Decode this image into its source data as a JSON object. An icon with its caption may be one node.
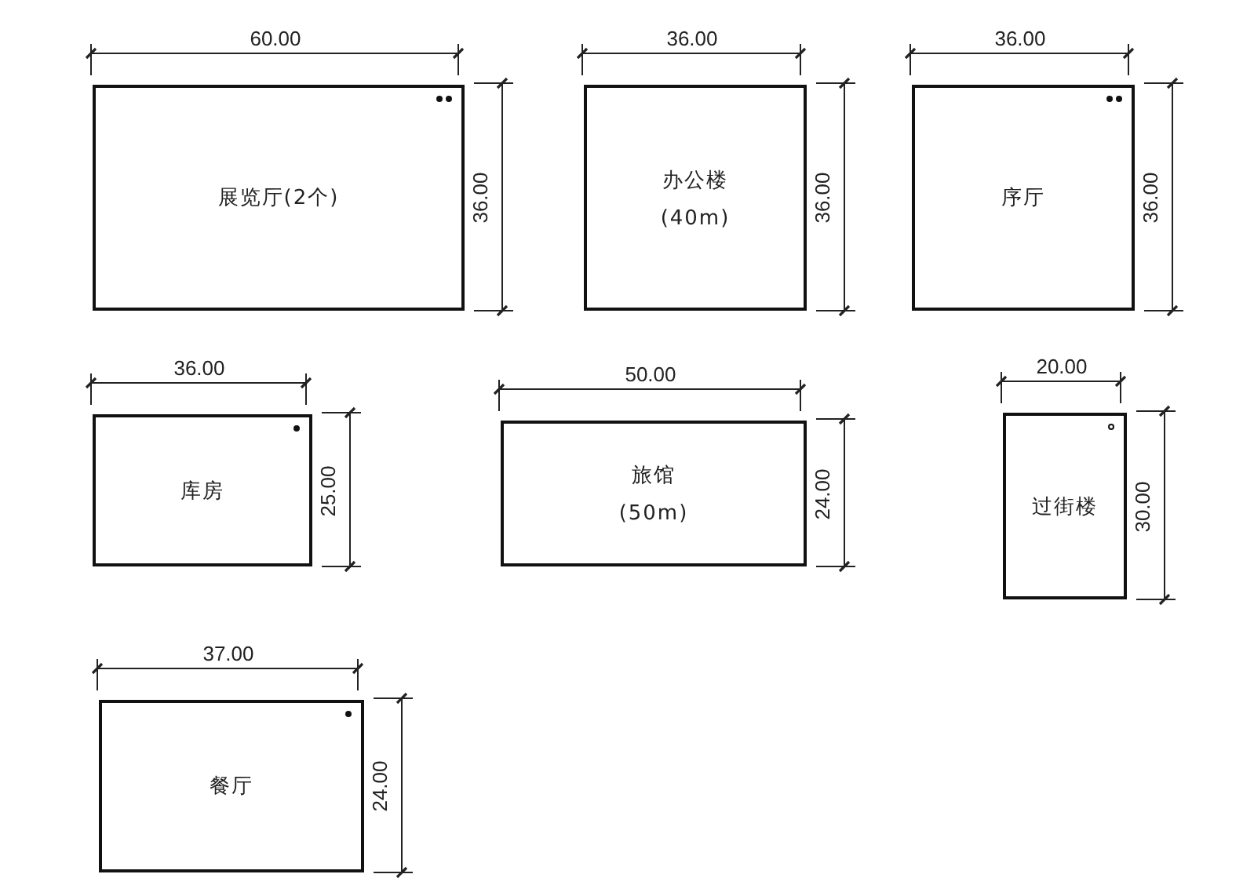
{
  "diagram": {
    "nodes": [
      {
        "text": [
          "展览厅(2个)"
        ],
        "beside": [
          "60.00",
          "36.00"
        ]
      },
      {
        "text": [
          "办公楼",
          "(40m)"
        ],
        "beside": [
          "36.00",
          "36.00"
        ]
      },
      {
        "text": [
          "序厅"
        ],
        "beside": [
          "36.00",
          "36.00"
        ]
      },
      {
        "text": [
          "库房"
        ],
        "beside": [
          "36.00",
          "25.00"
        ]
      },
      {
        "text": [
          "旅馆",
          "(50m)"
        ],
        "beside": [
          "50.00",
          "24.00"
        ]
      },
      {
        "text": [
          "过街楼"
        ],
        "beside": [
          "20.00",
          "30.00"
        ]
      },
      {
        "text": [
          "餐厅"
        ],
        "beside": [
          "37.00",
          "24.00"
        ]
      }
    ]
  }
}
